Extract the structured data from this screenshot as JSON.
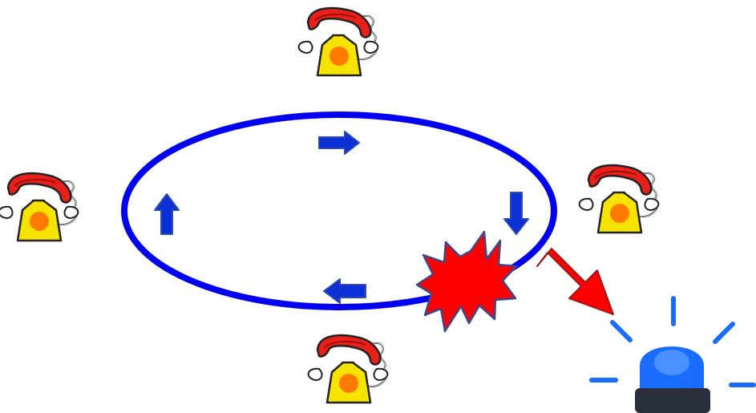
{
  "diagram": {
    "ring": {
      "color": "#0000ee"
    },
    "flow_arrows": [
      {
        "direction": "right",
        "color": "#0d2fd6"
      },
      {
        "direction": "down",
        "color": "#0d2fd6"
      },
      {
        "direction": "left",
        "color": "#0d2fd6"
      },
      {
        "direction": "up",
        "color": "#0d2fd6"
      }
    ],
    "phones": [
      {
        "icon": "telephone-icon",
        "position": "top"
      },
      {
        "icon": "telephone-icon",
        "position": "right"
      },
      {
        "icon": "telephone-icon",
        "position": "bottom"
      },
      {
        "icon": "telephone-icon",
        "position": "left"
      }
    ],
    "fault": {
      "icon": "explosion-burst-icon",
      "color": "#ff0000"
    },
    "alert_arrow": {
      "icon": "diagonal-arrow-icon",
      "color": "#ff0000"
    },
    "alarm": {
      "icon": "siren-alarm-icon",
      "light_color": "#1a6cff",
      "base_color": "#2a2f3d"
    }
  }
}
